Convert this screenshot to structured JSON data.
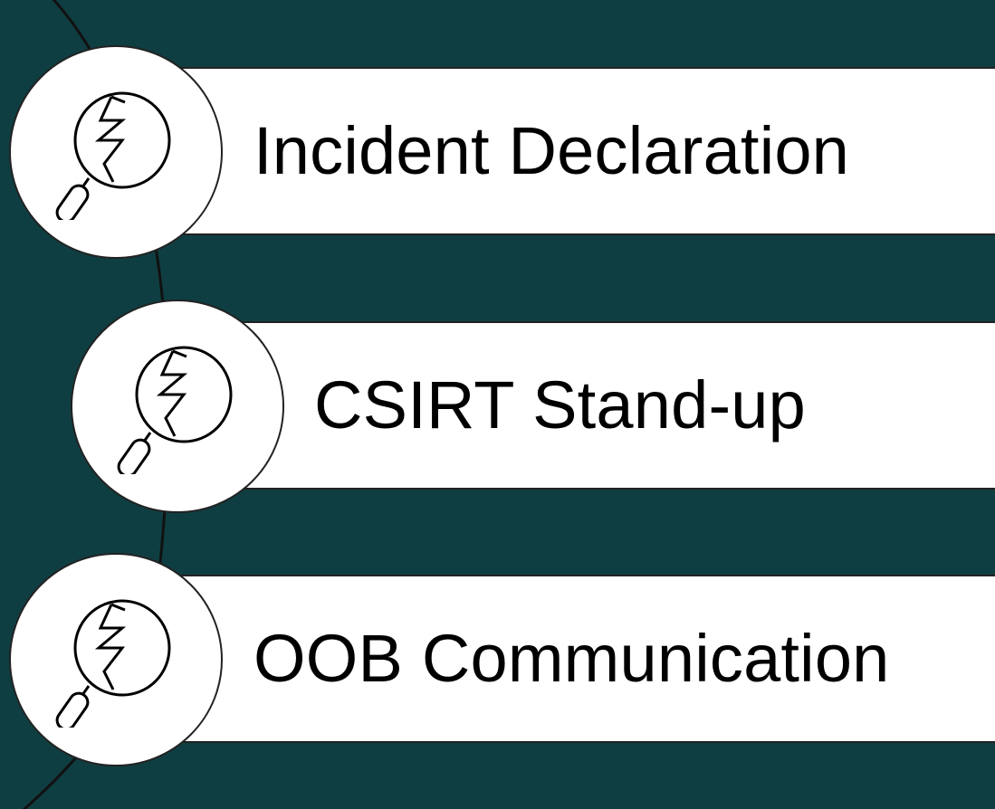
{
  "diagram": {
    "background_color": "#0f3e42",
    "steps": [
      {
        "label": "Incident Declaration",
        "icon": "magnifier-icon"
      },
      {
        "label": "CSIRT Stand-up",
        "icon": "magnifier-icon"
      },
      {
        "label": "OOB Communication",
        "icon": "magnifier-icon"
      }
    ]
  }
}
